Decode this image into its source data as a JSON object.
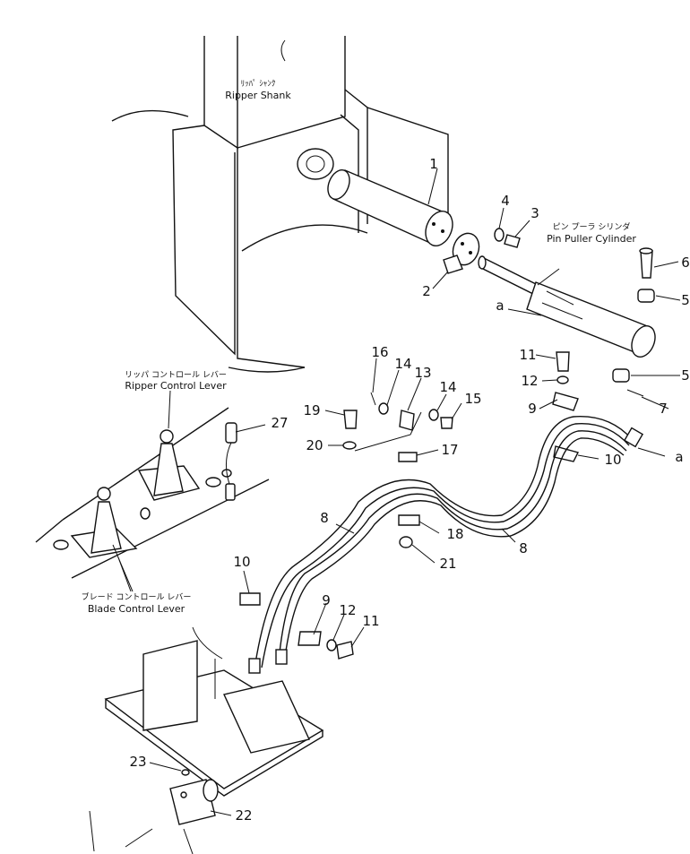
{
  "labels": {
    "ripper_shank_jp": "ﾘｯﾊﾟ ｼｬﾝｸ",
    "ripper_shank_en": "Ripper Shank",
    "pin_puller_jp": "ピン プーラ シリンダ",
    "pin_puller_en": "Pin Puller Cylinder",
    "ripper_lever_jp": "リッパ コントロール レバー",
    "ripper_lever_en": "Ripper Control Lever",
    "blade_lever_jp": "ブレード コントロール レバー",
    "blade_lever_en": "Blade Control Lever",
    "ref_a_top": "a",
    "ref_a_right": "a"
  },
  "callouts": {
    "c1": "1",
    "c2": "2",
    "c3": "3",
    "c4": "4",
    "c5a": "5",
    "c5b": "5",
    "c6": "6",
    "c7": "7",
    "c8a": "8",
    "c8b": "8",
    "c9a": "9",
    "c9b": "9",
    "c10a": "10",
    "c10b": "10",
    "c11a": "11",
    "c11b": "11",
    "c12a": "12",
    "c12b": "12",
    "c13": "13",
    "c14a": "14",
    "c14b": "14",
    "c15": "15",
    "c16": "16",
    "c17": "17",
    "c18": "18",
    "c19": "19",
    "c20": "20",
    "c21": "21",
    "c22": "22",
    "c23": "23",
    "c27": "27"
  }
}
